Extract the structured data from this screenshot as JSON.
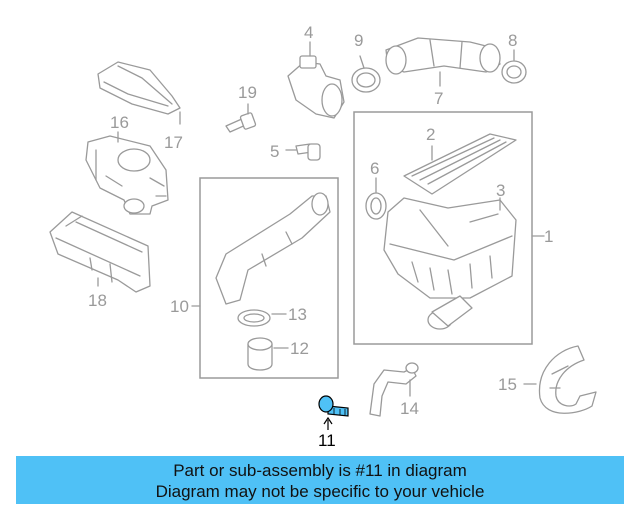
{
  "diagram": {
    "highlight_part": "11",
    "colors": {
      "outline": "#9a9a9a",
      "highlight": "#4fc1f6",
      "banner": "#4fc1f6",
      "text": "#111111"
    },
    "callouts": [
      {
        "id": "c1",
        "label": "1"
      },
      {
        "id": "c2",
        "label": "2"
      },
      {
        "id": "c3",
        "label": "3"
      },
      {
        "id": "c4",
        "label": "4"
      },
      {
        "id": "c5",
        "label": "5"
      },
      {
        "id": "c6",
        "label": "6"
      },
      {
        "id": "c7",
        "label": "7"
      },
      {
        "id": "c8",
        "label": "8"
      },
      {
        "id": "c9",
        "label": "9"
      },
      {
        "id": "c10",
        "label": "10"
      },
      {
        "id": "c11",
        "label": "11"
      },
      {
        "id": "c12",
        "label": "12"
      },
      {
        "id": "c13",
        "label": "13"
      },
      {
        "id": "c14",
        "label": "14"
      },
      {
        "id": "c15",
        "label": "15"
      },
      {
        "id": "c16",
        "label": "16"
      },
      {
        "id": "c17",
        "label": "17"
      },
      {
        "id": "c18",
        "label": "18"
      },
      {
        "id": "c19",
        "label": "19"
      }
    ]
  },
  "banner": {
    "line1": "Part or sub-assembly is #11 in diagram",
    "line2": "Diagram may not be specific to your vehicle"
  }
}
